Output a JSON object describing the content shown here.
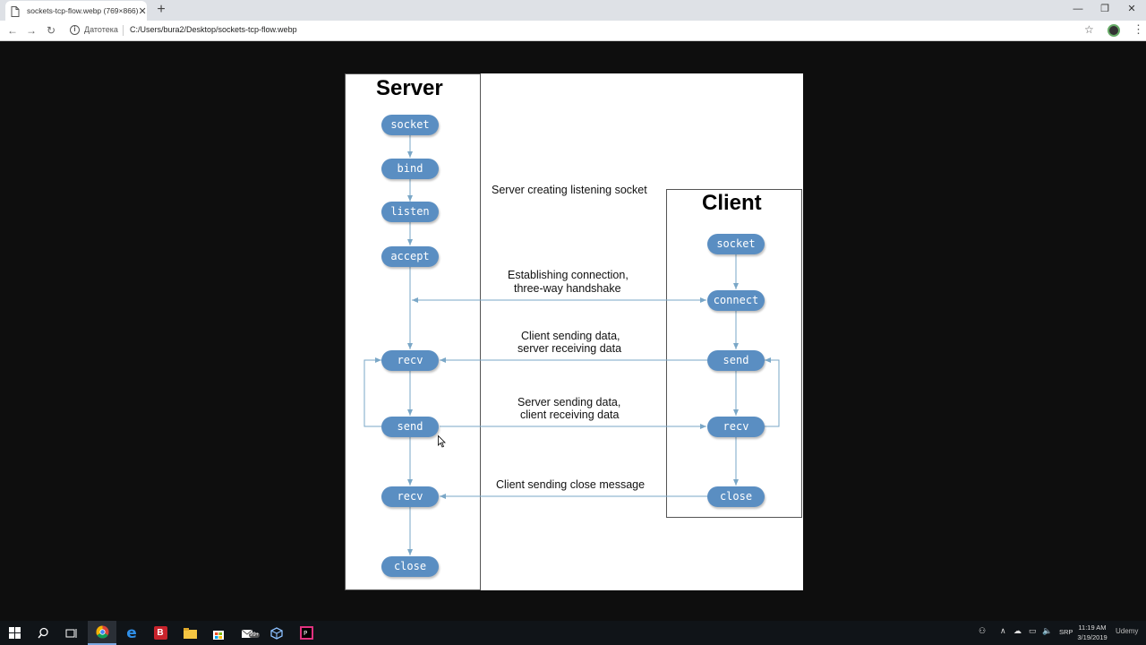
{
  "browser": {
    "tab_title": "sockets-tcp-flow.webp (769×866)",
    "new_tab_label": "+",
    "origin_label": "Датотека",
    "url": "C:/Users/bura2/Desktop/sockets-tcp-flow.webp"
  },
  "diagram": {
    "server_title": "Server",
    "client_title": "Client",
    "server_nodes": [
      "socket",
      "bind",
      "listen",
      "accept",
      "recv",
      "send",
      "recv",
      "close"
    ],
    "client_nodes": [
      "socket",
      "connect",
      "send",
      "recv",
      "close"
    ],
    "labels": {
      "listening": "Server creating listening socket",
      "handshake_1": "Establishing connection,",
      "handshake_2": "three-way handshake",
      "client_send_1": "Client sending data,",
      "client_send_2": "server receiving data",
      "server_send_1": "Server sending data,",
      "server_send_2": "client receiving data",
      "close_msg": "Client sending close message"
    },
    "colors": {
      "node": "#5a8ec2",
      "edge": "#7aa7c7"
    }
  },
  "taskbar": {
    "tray_lang": "SRP",
    "clock_time": "11:19 AM",
    "clock_date": "3/19/2019",
    "badge": "99+",
    "udemy": "Udemy"
  }
}
